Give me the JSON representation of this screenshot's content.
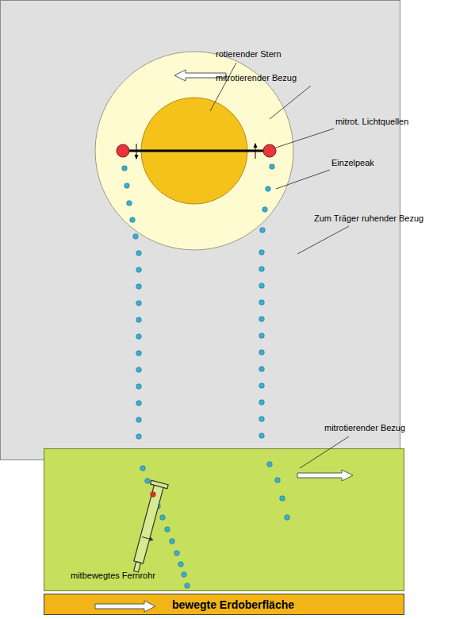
{
  "diagram": {
    "nodes": [
      {
        "text": [
          "Zum Träger ruhender Bezug"
        ]
      },
      {
        "text": [
          "mitrotierender Bezug",
          "mitbewegtes Fernrohr"
        ]
      },
      {
        "text": [
          "bewegte Erdoberfläche"
        ]
      }
    ],
    "labels": [
      "rotierender Stern",
      "mitrotierender Bezug",
      "mitrot. Lichtquellen",
      "Einzelpeak"
    ]
  }
}
